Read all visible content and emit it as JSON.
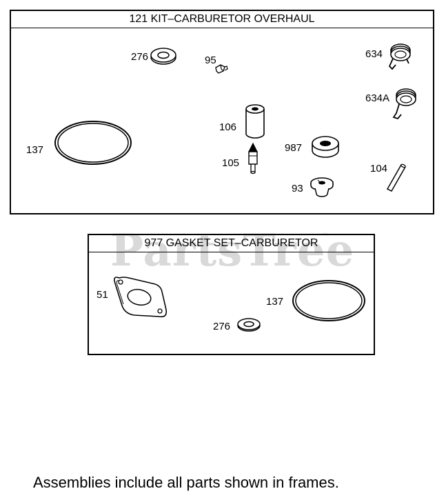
{
  "watermark": {
    "text": "PartsTree",
    "mark": "™"
  },
  "kit_frame": {
    "title": "121 KIT–CARBURETOR OVERHAUL",
    "callouts": {
      "c276": "276",
      "c95": "95",
      "c634": "634",
      "c634a": "634A",
      "c137": "137",
      "c106": "106",
      "c987": "987",
      "c105": "105",
      "c104": "104",
      "c93": "93"
    }
  },
  "gasket_frame": {
    "title": "977 GASKET SET–CARBURETOR",
    "callouts": {
      "c51": "51",
      "c137": "137",
      "c276": "276"
    }
  },
  "footer": {
    "note": "Assemblies include all parts shown in frames."
  }
}
